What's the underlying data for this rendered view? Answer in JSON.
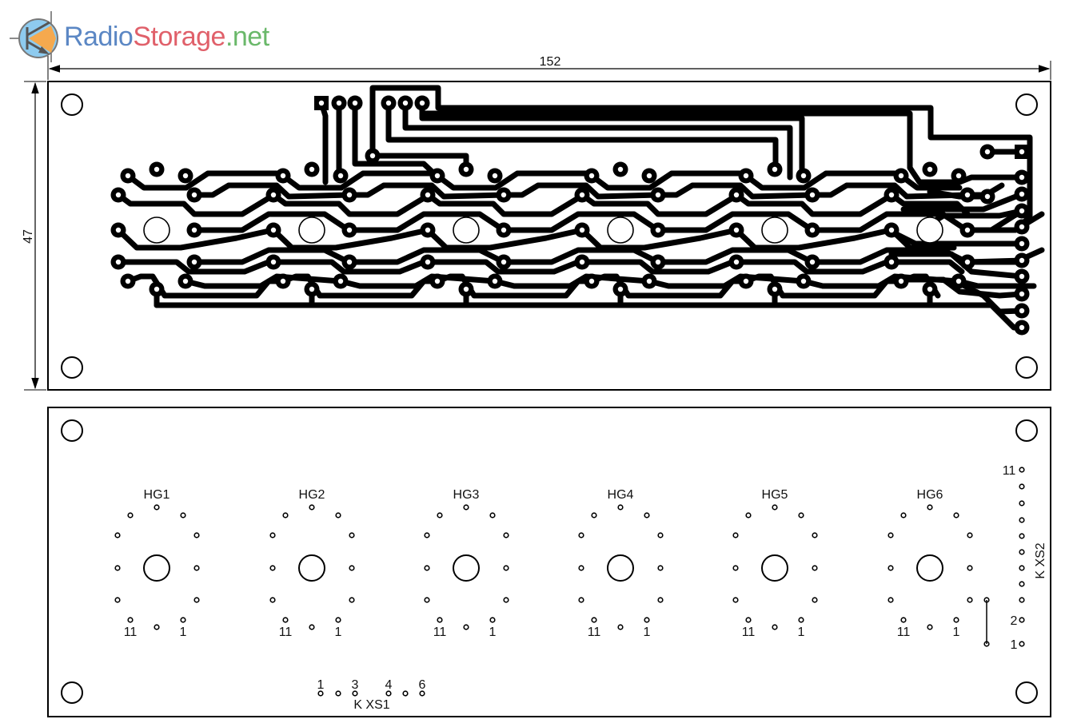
{
  "logo": {
    "part1": "Radio",
    "part2": "Storage",
    "part3": ".net"
  },
  "dimensions": {
    "width": "152",
    "height": "47"
  },
  "tubes": [
    "HG1",
    "HG2",
    "HG3",
    "HG4",
    "HG5",
    "HG6"
  ],
  "tube_pin_labels": {
    "first": "1",
    "last": "11"
  },
  "xs1": {
    "label": "K XS1",
    "pins": [
      "1",
      "3",
      "4",
      "6"
    ]
  },
  "xs2": {
    "label": "K XS2",
    "pins": [
      "11",
      "2",
      "1"
    ]
  },
  "colors": {
    "copper": "#000000",
    "logo_blue": "#5b87c4",
    "logo_red": "#e0606a",
    "logo_green": "#6ab86a",
    "logo_orange": "#f5a94e"
  }
}
